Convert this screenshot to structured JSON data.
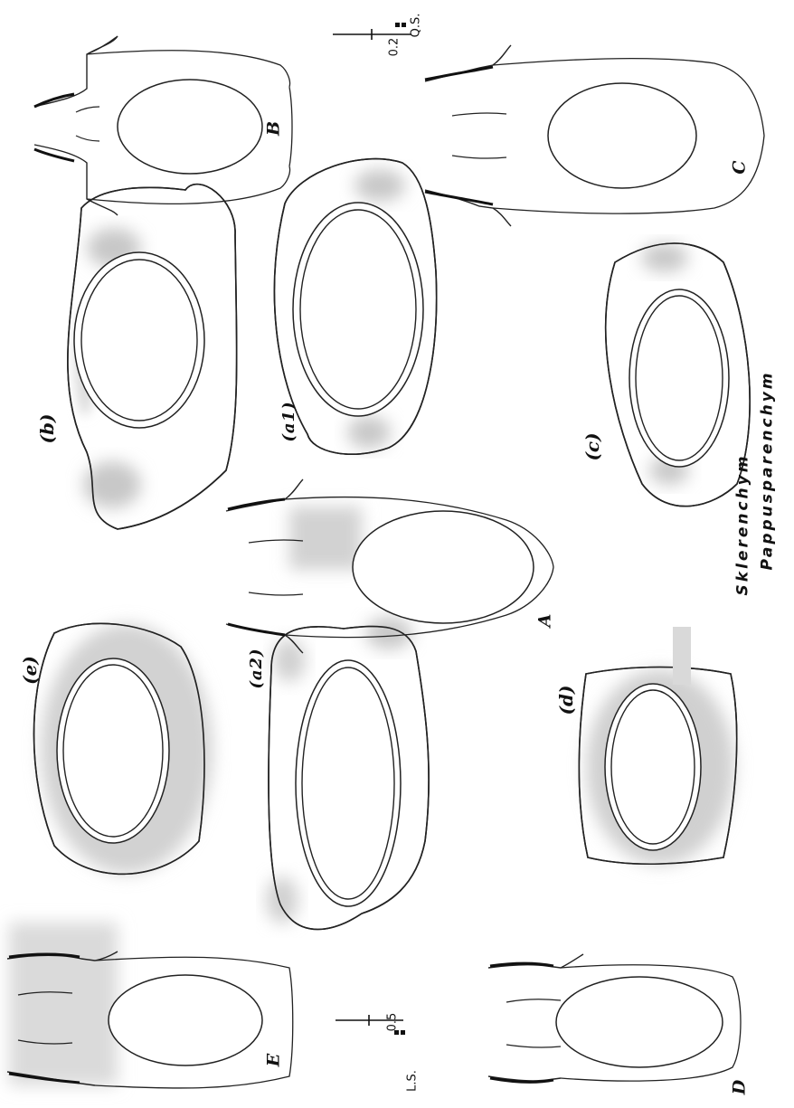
{
  "labels": {
    "A": "A",
    "B": "B",
    "C": "C",
    "D": "D",
    "E": "E",
    "b": "(b)",
    "a1": "(a1)",
    "c": "(c)",
    "e": "(e)",
    "a2": "(a2)",
    "d": "(d)"
  },
  "scale_qs": {
    "value": "0.2",
    "label": "Q.S."
  },
  "scale_ls": {
    "value": "0.5",
    "label": "L.S."
  },
  "legend": {
    "sklerenchym": "Sklerenchym",
    "pappusparenchym": "Pappusparenchym"
  },
  "colors": {
    "ink": "#222222",
    "shade": "#c8c8c8"
  }
}
